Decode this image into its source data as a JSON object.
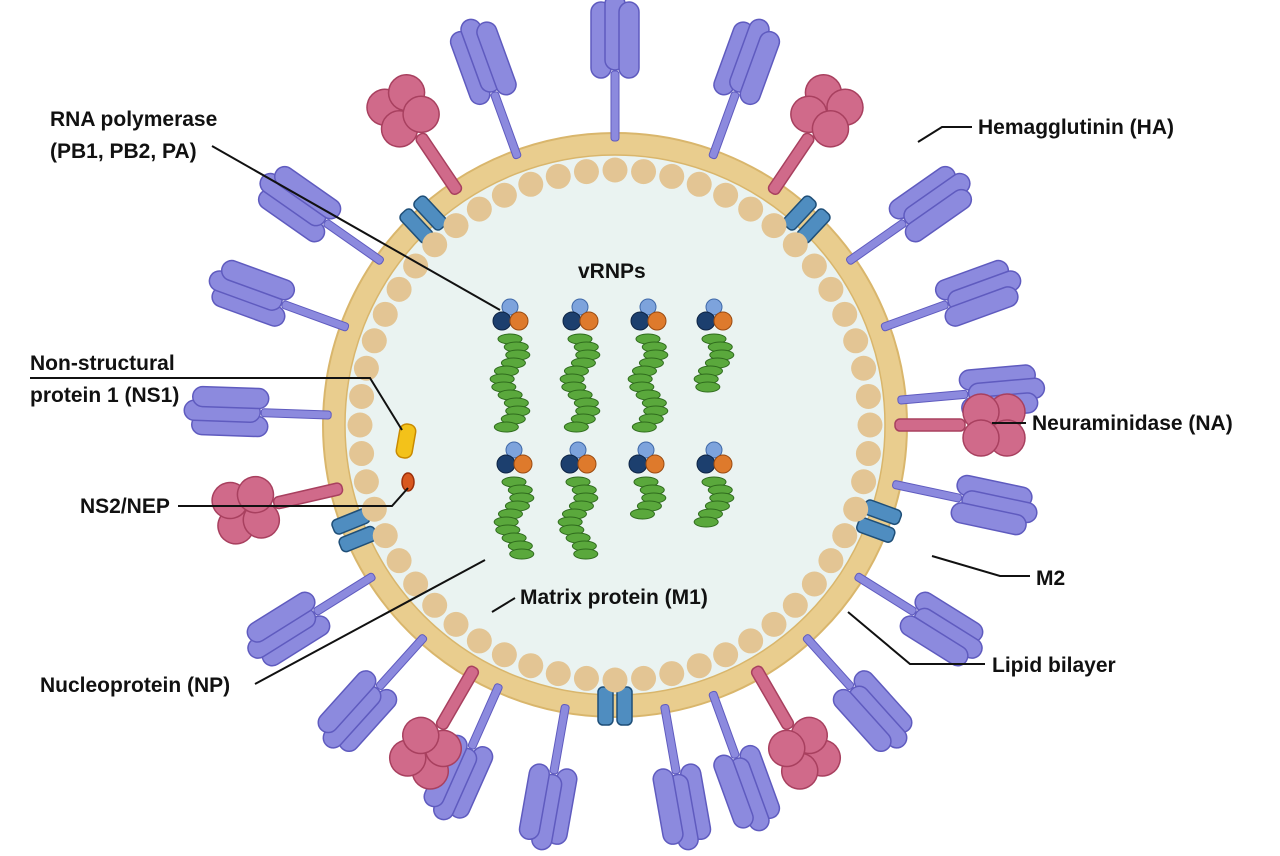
{
  "labels": {
    "rna_polymerase_line1": "RNA polymerase",
    "rna_polymerase_line2": "(PB1, PB2, PA)",
    "hemagglutinin": "Hemagglutinin (HA)",
    "vrnps": "vRNPs",
    "ns1_line1": "Non-structural",
    "ns1_line2": "protein 1 (NS1)",
    "neuraminidase": "Neuraminidase (NA)",
    "ns2_nep": "NS2/NEP",
    "m2": "M2",
    "matrix_protein": "Matrix protein (M1)",
    "lipid_bilayer": "Lipid bilayer",
    "nucleoprotein": "Nucleoprotein (NP)"
  },
  "colors": {
    "background": "#ffffff",
    "interior": "#eaf3f1",
    "membrane": "#e9cd8e",
    "membrane_edge": "#d9b66c",
    "matrix_bead": "#e3c594",
    "hemagglutinin": "#8c8ade",
    "hemagglutinin_edge": "#5f5bbf",
    "neuraminidase": "#d06a8a",
    "neuraminidase_edge": "#a8405f",
    "m2": "#4f8dc0",
    "m2_edge": "#1f4f78",
    "ns1": "#f3c21a",
    "ns2": "#d8581f",
    "nucleoprotein": "#5aa83c",
    "polymerase_pb1": "#7da3dc",
    "polymerase_pb2": "#1c3f6e",
    "polymerase_pa": "#de7a2c",
    "text": "#111111"
  }
}
